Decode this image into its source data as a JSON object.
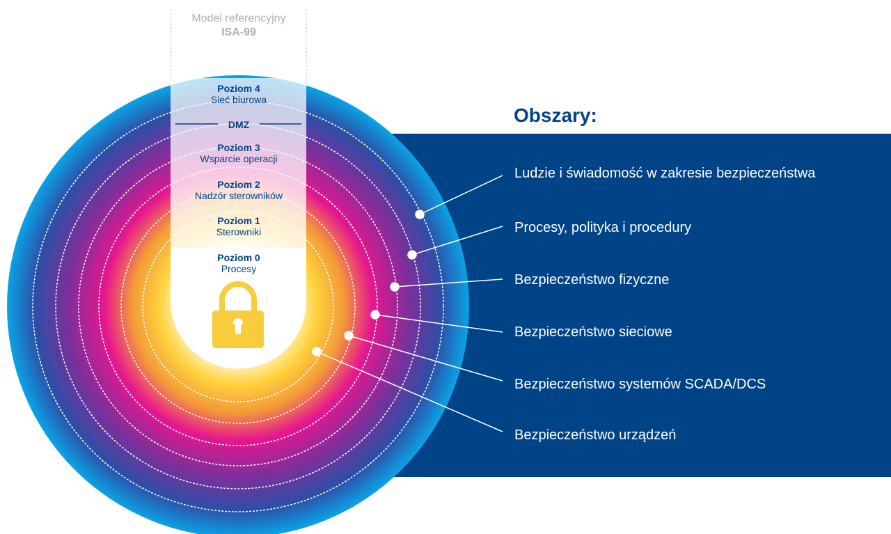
{
  "reference_model": {
    "title": "Model referencyjny",
    "name": "ISA-99"
  },
  "levels": [
    {
      "title": "Poziom 4",
      "subtitle": "Sieć biurowa"
    },
    {
      "title": "Poziom 3",
      "subtitle": "Wsparcie operacji"
    },
    {
      "title": "Poziom 2",
      "subtitle": "Nadzór sterowników"
    },
    {
      "title": "Poziom 1",
      "subtitle": "Sterowniki"
    },
    {
      "title": "Poziom 0",
      "subtitle": "Procesy"
    }
  ],
  "dmz_label": "DMZ",
  "areas": {
    "title": "Obszary:",
    "items": [
      "Ludzie i świadomość w zakresie bezpieczeństwa",
      "Procesy, polityka i procedury",
      "Bezpieczeństwo fizyczne",
      "Bezpieczeństwo sieciowe",
      "Bezpieczeństwo systemów SCADA/DCS",
      "Bezpieczeństwo urządzeń"
    ]
  },
  "colors": {
    "panel": "#004387",
    "outer_ring": "#0aa3e6",
    "middle_ring": "#e6178f",
    "inner_glow": "#ffd23c",
    "lock": "#f9cc3d",
    "text_dark_blue": "#004387"
  },
  "icons": {
    "lock": "padlock-icon"
  }
}
